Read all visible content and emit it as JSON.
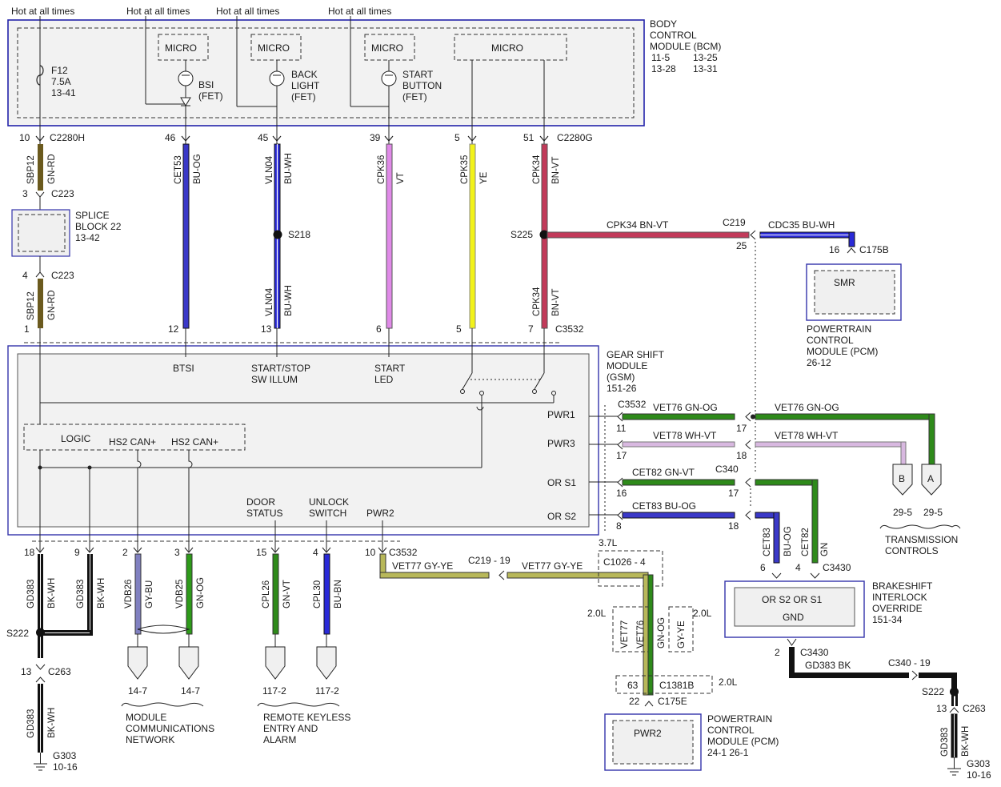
{
  "hot_labels": [
    "Hot at all times",
    "Hot at all times",
    "Hot at all times",
    "Hot at all times"
  ],
  "bcm": {
    "title": [
      "BODY",
      "CONTROL",
      "MODULE (BCM)"
    ],
    "refs": [
      "11-5",
      "13-25",
      "13-28",
      "13-31"
    ],
    "micro": "MICRO",
    "fuse": [
      "F12",
      "7.5A",
      "13-41"
    ],
    "bsi": [
      "BSI",
      "(FET)"
    ],
    "backlight": [
      "BACK",
      "LIGHT",
      "(FET)"
    ],
    "start_button": [
      "START",
      "BUTTON",
      "(FET)"
    ],
    "connector_h": "C2280H",
    "connector_g": "C2280G"
  },
  "wires": {
    "sbp12": [
      "SBP12",
      "GN-RD"
    ],
    "cet53": [
      "CET53",
      "BU-OG"
    ],
    "vln04": [
      "VLN04",
      "BU-WH"
    ],
    "cpk36": [
      "CPK36",
      "VT"
    ],
    "cpk35": [
      "CPK35",
      "YE"
    ],
    "cpk34": [
      "CPK34",
      "BN-VT"
    ],
    "cpk34_h": "CPK34   BN-VT",
    "cdc35_h": "CDC35  BU-WH",
    "vet76_a": "VET76    GN-OG",
    "vet76_b": "VET76    GN-OG",
    "vet78_a": "VET78    WH-VT",
    "vet78_b": "VET78    WH-VT",
    "cet82_h": "CET82    GN-VT",
    "cet83_h": "CET83    BU-OG",
    "cet83_v": [
      "CET83",
      "BU-OG"
    ],
    "cet82_v": [
      "CET82",
      "GN"
    ],
    "vet77_a": "VET77    GY-YE",
    "vet77_b": "VET77    GY-YE",
    "gd383_a": [
      "GD383",
      "BK-WH"
    ],
    "gd383_b": [
      "GD383",
      "BK-WH"
    ],
    "gd383_c": [
      "GD383",
      "BK-WH"
    ],
    "gd383_h": "GD383   BK",
    "gd383_d": [
      "GD383",
      "BK-WH"
    ],
    "vdb26": [
      "VDB26",
      "GY-BU"
    ],
    "vdb25": [
      "VDB25",
      "GN-OG"
    ],
    "cpl26": [
      "CPL26",
      "GN-VT"
    ],
    "cpl30": [
      "CPL30",
      "BU-BN"
    ],
    "vet77_v": "VET77",
    "vet76_v": "VET76",
    "gnog_v": "GN-OG",
    "gyye_v": "GY-YE"
  },
  "pins": {
    "p10": "10",
    "p46": "46",
    "p45": "45",
    "p39": "39",
    "p5": "5",
    "p51": "51",
    "p3": "3",
    "p4": "4",
    "p1": "1",
    "p12": "12",
    "p13": "13",
    "p6": "6",
    "p5b": "5",
    "p7": "7",
    "p25": "25",
    "p16": "16",
    "p11": "11",
    "p17a": "17",
    "p17b": "17",
    "p18a": "18",
    "p16b": "16",
    "p17c": "17",
    "p8": "8",
    "p18b": "18",
    "p6b": "6",
    "p4b": "4",
    "p18": "18",
    "p9": "9",
    "p2": "2",
    "p3b": "3",
    "p15": "15",
    "p4c": "4",
    "p10b": "10",
    "p13b": "13",
    "p2b": "2",
    "p63": "63",
    "p22": "22",
    "p13c": "13"
  },
  "connectors": {
    "c223a": "C223",
    "c223b": "C223",
    "c219": "C219",
    "c175b": "C175B",
    "c3532a": "C3532",
    "c3532b": "C3532",
    "c340": "C340",
    "c3532c": "C3532",
    "c219_19": "C219 - 19",
    "c1026": "C1026 - 4",
    "c3430a": "C3430",
    "c3430b": "C3430",
    "c340_19": "C340 - 19",
    "c263a": "C263",
    "c263b": "C263",
    "c1381b": "C1381B",
    "c175e": "C175E"
  },
  "splices": {
    "s218": "S218",
    "s225": "S225",
    "s222a": "S222",
    "s222b": "S222"
  },
  "splice_block": [
    "SPLICE",
    "BLOCK 22",
    "13-42"
  ],
  "gsm": {
    "title": [
      "GEAR SHIFT",
      "MODULE",
      "(GSM)",
      "151-26"
    ],
    "btsi": "BTSI",
    "start_stop": [
      "START/STOP",
      "SW ILLUM"
    ],
    "start_led": [
      "START",
      "LED"
    ],
    "logic": "LOGIC",
    "hs2a": "HS2 CAN+",
    "hs2b": "HS2 CAN+",
    "pwr1": "PWR1",
    "pwr3": "PWR3",
    "ors1": "OR S1",
    "ors2": "OR S2",
    "door": [
      "DOOR",
      "STATUS"
    ],
    "unlock": [
      "UNLOCK",
      "SWITCH"
    ],
    "pwr2": "PWR2"
  },
  "smr": "SMR",
  "pcm_top": [
    "POWERTRAIN",
    "CONTROL",
    "MODULE (PCM)",
    "26-12"
  ],
  "trans": {
    "b": "B",
    "a": "A",
    "ref_b": "29-5",
    "ref_a": "29-5",
    "label": [
      "TRANSMISSION",
      "CONTROLS"
    ]
  },
  "brakeshift": {
    "title": [
      "BRAKESHIFT",
      "INTERLOCK",
      "OVERRIDE",
      "151-34"
    ],
    "pins": "OR S2  OR S1",
    "gnd": "GND"
  },
  "engine": {
    "e37": "3.7L",
    "e20a": "2.0L",
    "e20b": "2.0L",
    "e20c": "2.0L"
  },
  "pcm_bottom": {
    "box": "PWR2",
    "title": [
      "POWERTRAIN",
      "CONTROL",
      "MODULE (PCM)",
      "24-1      26-1"
    ]
  },
  "grounds": {
    "g303a": [
      "G303",
      "10-16"
    ],
    "g303b": [
      "G303",
      "10-16"
    ]
  },
  "mcn": {
    "ref_a": "14-7",
    "ref_b": "14-7",
    "label": [
      "MODULE",
      "COMMUNICATIONS",
      "NETWORK"
    ]
  },
  "rke": {
    "ref_a": "117-2",
    "ref_b": "117-2",
    "label": [
      "REMOTE KEYLESS",
      "ENTRY AND",
      "ALARM"
    ]
  },
  "colors": {
    "gn_rd": "#6b5a1e",
    "bu_og": "#3a38c8",
    "bu_wh": "#2a2ad8",
    "vt": "#e08ae8",
    "ye": "#f2f21a",
    "bn_vt": "#c23a5a",
    "gn_og": "#2e8a1a",
    "wh_vt": "#d8b8e0",
    "gn_vt": "#2e8a1a",
    "gy_ye": "#b8b85a",
    "bk": "#111111",
    "gy_bu": "#8080c0",
    "gn": "#2e9a1a",
    "bu_bn": "#2a2ad8"
  }
}
